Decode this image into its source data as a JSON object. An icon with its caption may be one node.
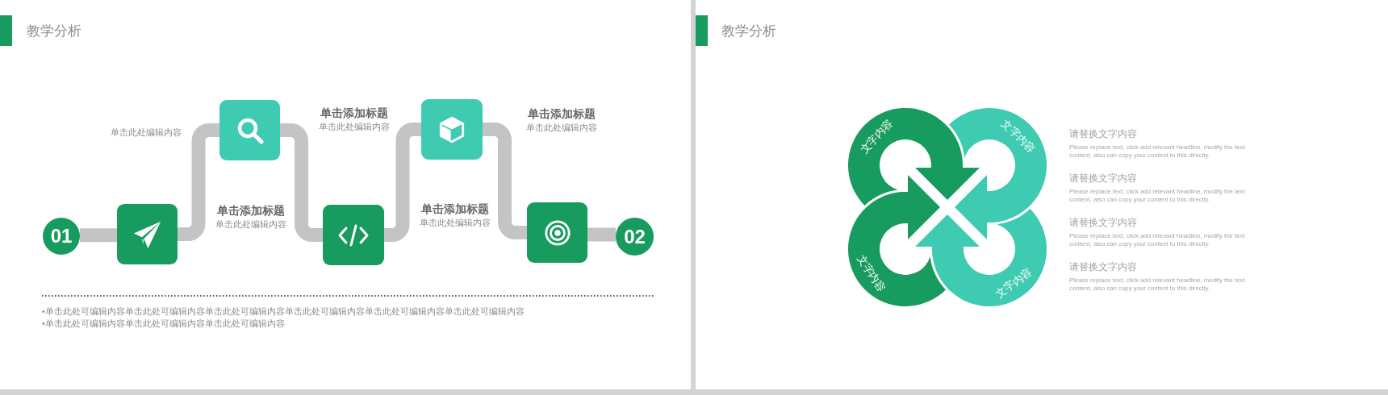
{
  "diagram": {
    "title": "教学分析",
    "nodes": [
      {
        "text": [
          "01"
        ]
      },
      {
        "text": [],
        "shape": "box"
      },
      {
        "text": [],
        "shape": "box",
        "beside": [
          "单击添加标题",
          "单击此处编辑内容"
        ]
      },
      {
        "text": [],
        "shape": "box",
        "beside": [
          "单击添加标题",
          "单击此处编辑内容"
        ]
      },
      {
        "text": [],
        "shape": "box",
        "beside": [
          "单击添加标题",
          "单击此处编辑内容"
        ]
      },
      {
        "text": [],
        "shape": "box",
        "beside": [
          "单击添加标题",
          "单击此处编辑内容"
        ]
      },
      {
        "text": [
          "02"
        ]
      },
      {
        "text": [
          "文字内容"
        ]
      },
      {
        "text": [
          "文字内容"
        ]
      },
      {
        "text": [
          "文字内容"
        ]
      },
      {
        "text": [
          "文字内容"
        ]
      }
    ],
    "edges": [
      {
        "from": 0,
        "to": 1,
        "arrow": "none"
      },
      {
        "from": 1,
        "to": 2,
        "arrow": "none"
      },
      {
        "from": 2,
        "to": 3,
        "arrow": "none"
      },
      {
        "from": 3,
        "to": 4,
        "arrow": "none"
      },
      {
        "from": 4,
        "to": 5,
        "arrow": "none"
      },
      {
        "from": 5,
        "to": 6,
        "arrow": "none"
      }
    ],
    "labels": [
      "单击此处编辑内容",
      "•单击此处可编辑内容单击此处可编辑内容单击此处可编辑内容单击此处可编辑内容单击此处可编辑内容单击此处可编辑内容",
      "•单击此处可编辑内容单击此处可编辑内容单击此处可编辑内容",
      "教学分析",
      "请替换文字内容",
      "Please replace text, click add relevant headline, modify the text content, also can copy your content to this directly.",
      "请替换文字内容",
      "Please replace text, click add relevant headline, modify the text content, also can copy your content to this directly.",
      "请替换文字内容",
      "Please replace text, click add relevant headline, modify the text content, also can copy your content to this directly.",
      "请替换文字内容",
      "Please replace text, click add relevant headline, modify the text content, also can copy your content to this directly."
    ]
  }
}
